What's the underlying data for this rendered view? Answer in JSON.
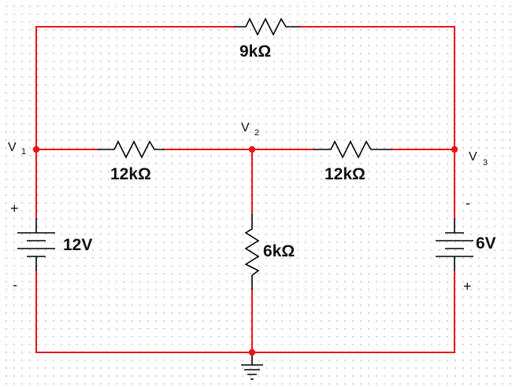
{
  "components": {
    "resistor_top": {
      "value": "9kΩ"
    },
    "resistor_left": {
      "value": "12kΩ"
    },
    "resistor_right": {
      "value": "12kΩ"
    },
    "resistor_middle": {
      "value": "6kΩ"
    },
    "battery_left": {
      "value": "12V",
      "positive_terminal": "+",
      "negative_terminal": "-"
    },
    "battery_right": {
      "value": "6V",
      "positive_terminal": "+",
      "negative_terminal": "-"
    }
  },
  "nodes": {
    "v1": {
      "letter": "V",
      "subscript": "1"
    },
    "v2": {
      "letter": "V",
      "subscript": "2"
    },
    "v3": {
      "letter": "V",
      "subscript": "3"
    }
  },
  "colors": {
    "wire": "#e8141a",
    "node_dot": "#e8141a",
    "component": "#000000",
    "grid_dot": "#c9c9c9"
  }
}
